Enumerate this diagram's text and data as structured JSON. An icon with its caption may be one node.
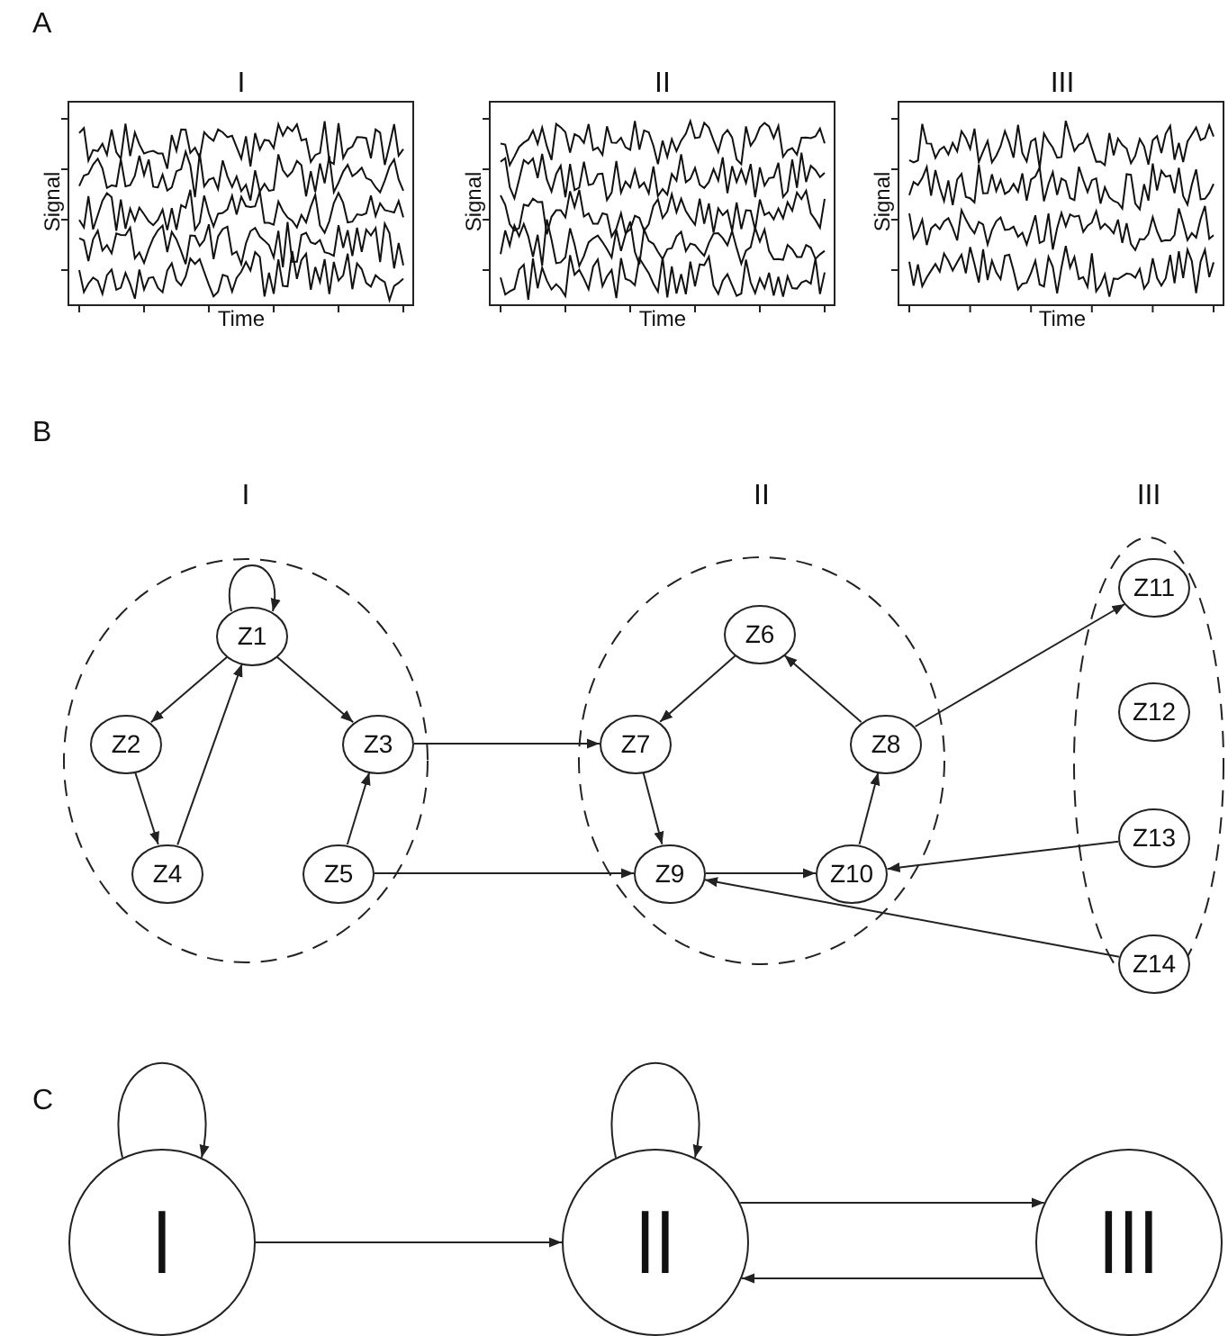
{
  "diagram": {
    "nodes": [
      {
        "text": [
          "I"
        ]
      },
      {
        "text": [
          "Z1"
        ],
        "in": 0
      },
      {
        "text": [
          "Z2"
        ],
        "in": 0
      },
      {
        "text": [
          "Z3"
        ],
        "in": 0
      },
      {
        "text": [
          "Z4"
        ],
        "in": 0
      },
      {
        "text": [
          "Z5"
        ],
        "in": 0
      },
      {
        "text": [
          "II"
        ]
      },
      {
        "text": [
          "Z6"
        ],
        "in": 6
      },
      {
        "text": [
          "Z7"
        ],
        "in": 6
      },
      {
        "text": [
          "Z8"
        ],
        "in": 6
      },
      {
        "text": [
          "Z9"
        ],
        "in": 6
      },
      {
        "text": [
          "Z10"
        ],
        "in": 6
      },
      {
        "text": [
          "III"
        ]
      },
      {
        "text": [
          "Z11"
        ],
        "in": 12
      },
      {
        "text": [
          "Z12"
        ],
        "in": 12
      },
      {
        "text": [
          "Z13"
        ],
        "in": 12
      },
      {
        "text": [
          "Z14"
        ],
        "in": 12
      },
      {
        "text": [
          "I"
        ]
      },
      {
        "text": [
          "II"
        ]
      },
      {
        "text": [
          "III"
        ]
      }
    ],
    "edges": [
      {
        "from": 1,
        "to": 1,
        "arrow": "to"
      },
      {
        "from": 1,
        "to": 2,
        "arrow": "to"
      },
      {
        "from": 1,
        "to": 3,
        "arrow": "to"
      },
      {
        "from": 2,
        "to": 4,
        "arrow": "to"
      },
      {
        "from": 4,
        "to": 1,
        "arrow": "to"
      },
      {
        "from": 5,
        "to": 3,
        "arrow": "to"
      },
      {
        "from": 3,
        "to": 8,
        "arrow": "to"
      },
      {
        "from": 5,
        "to": 10,
        "arrow": "to"
      },
      {
        "from": 7,
        "to": 8,
        "arrow": "to"
      },
      {
        "from": 9,
        "to": 7,
        "arrow": "to"
      },
      {
        "from": 8,
        "to": 10,
        "arrow": "to"
      },
      {
        "from": 10,
        "to": 11,
        "arrow": "to"
      },
      {
        "from": 11,
        "to": 9,
        "arrow": "to"
      },
      {
        "from": 9,
        "to": 13,
        "arrow": "to"
      },
      {
        "from": 15,
        "to": 11,
        "arrow": "to"
      },
      {
        "from": 16,
        "to": 10,
        "arrow": "to"
      },
      {
        "from": 17,
        "to": 17,
        "arrow": "to"
      },
      {
        "from": 18,
        "to": 18,
        "arrow": "to"
      },
      {
        "from": 17,
        "to": 18,
        "arrow": "to"
      },
      {
        "from": 18,
        "to": 19,
        "arrow": "to"
      },
      {
        "from": 19,
        "to": 18,
        "arrow": "to"
      }
    ],
    "labels": [
      "A",
      "I",
      "II",
      "III",
      "Signal",
      "Time",
      "Signal",
      "Time",
      "Signal",
      "Time",
      "B",
      "C"
    ]
  }
}
